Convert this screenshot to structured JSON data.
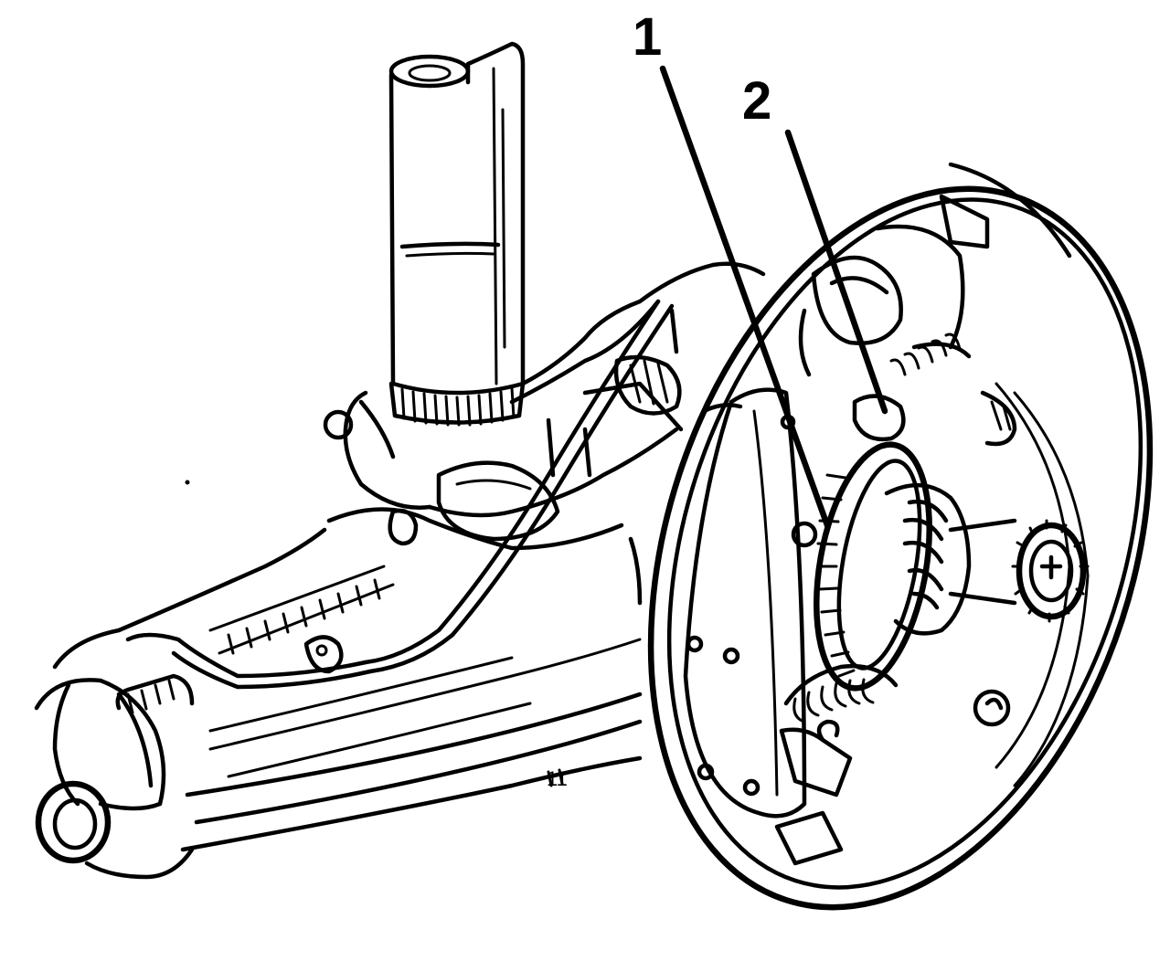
{
  "figure": {
    "callouts": [
      {
        "id": "1",
        "label": "1"
      },
      {
        "id": "2",
        "label": "2"
      }
    ],
    "housing_marking": "11"
  }
}
